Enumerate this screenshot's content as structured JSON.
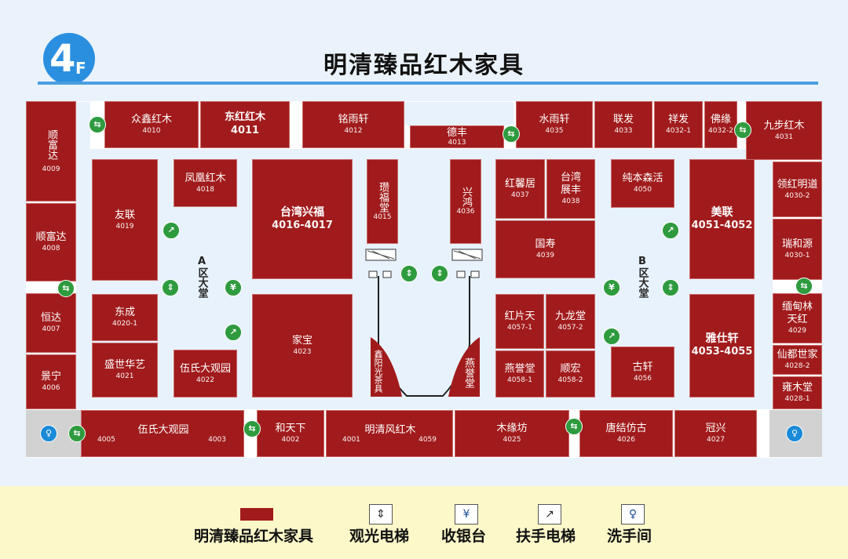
{
  "header": {
    "floor_big": "4",
    "floor_small": "F",
    "title": "明清臻品红木家具"
  },
  "colors": {
    "store": "#a11b1c",
    "accent": "#2b8fe0",
    "icon_green": "#2e9b3e",
    "legend_bg": "#fdf8c9"
  },
  "stores": {
    "s4009": {
      "name": "顺富达",
      "code": "4009"
    },
    "s4008": {
      "name": "顺富达",
      "code": "4008"
    },
    "s4007": {
      "name": "恒达",
      "code": "4007"
    },
    "s4006": {
      "name": "景宁",
      "code": "4006"
    },
    "s4010": {
      "name": "众鑫红木",
      "code": "4010"
    },
    "s4011": {
      "name": "东红红木",
      "code": "4011"
    },
    "s4012": {
      "name": "铭雨轩",
      "code": "4012"
    },
    "s4013": {
      "name": "德丰",
      "code": "4013"
    },
    "s4035": {
      "name": "水雨轩",
      "code": "4035"
    },
    "s4033": {
      "name": "联发",
      "code": "4033"
    },
    "s4032_1": {
      "name": "祥发",
      "code": "4032-1"
    },
    "s4032_2": {
      "name": "佛缘",
      "code": "4032-2"
    },
    "s4031": {
      "name": "九步红木",
      "code": "4031"
    },
    "s4019": {
      "name": "友联",
      "code": "4019"
    },
    "s4018": {
      "name": "凤凰红木",
      "code": "4018"
    },
    "s4016": {
      "name": "台湾兴福",
      "code": "4016-4017"
    },
    "s4015": {
      "name": "瓒福堂",
      "code": "4015"
    },
    "s4036": {
      "name": "兴鸿",
      "code": "4036"
    },
    "s4037": {
      "name": "红馨居",
      "code": "4037"
    },
    "s4038": {
      "name": "台湾展丰",
      "code": "4038"
    },
    "s4039": {
      "name": "国寿",
      "code": "4039"
    },
    "s4050": {
      "name": "纯本森活",
      "code": "4050"
    },
    "s4051": {
      "name": "美联",
      "code": "4051-4052"
    },
    "s4030_2": {
      "name": "领红明道",
      "code": "4030-2"
    },
    "s4030_1": {
      "name": "瑞和源",
      "code": "4030-1"
    },
    "s4029": {
      "name": "缅甸林天红",
      "code": "4029"
    },
    "s4028_2": {
      "name": "仙都世家",
      "code": "4028-2"
    },
    "s4028_1": {
      "name": "雍木堂",
      "code": "4028-1"
    },
    "s4020": {
      "name": "东成",
      "code": "4020-1"
    },
    "s4021": {
      "name": "盛世华艺",
      "code": "4021"
    },
    "s4022": {
      "name": "伍氏大观园",
      "code": "4022"
    },
    "s4023": {
      "name": "家宝",
      "code": "4023"
    },
    "s4057_1": {
      "name": "红片天",
      "code": "4057-1"
    },
    "s4057_2": {
      "name": "九龙堂",
      "code": "4057-2"
    },
    "s4058_1": {
      "name": "燕誉堂",
      "code": "4058-1"
    },
    "s4058_2": {
      "name": "顺宏",
      "code": "4058-2"
    },
    "s4053": {
      "name": "雅仕轩",
      "code": "4053-4055"
    },
    "s4056": {
      "name": "古轩",
      "code": "4056"
    },
    "s4005": {
      "name": "伍氏大观园",
      "code": "4005",
      "code2": "4003"
    },
    "s4002": {
      "name": "和天下",
      "code": "4002"
    },
    "s4001": {
      "name": "明清风红木",
      "code": "4001",
      "code2": "4059"
    },
    "s4025": {
      "name": "木缘坊",
      "code": "4025"
    },
    "s4026": {
      "name": "唐结仿古",
      "code": "4026"
    },
    "s4027": {
      "name": "冠兴",
      "code": "4027"
    },
    "s_xinyang": {
      "name": "鑫阳光茶具"
    },
    "s_yanyu": {
      "name": "燕誉堂"
    }
  },
  "halls": {
    "a": {
      "letter": "A",
      "text": "区大堂"
    },
    "b": {
      "letter": "B",
      "text": "区大堂"
    }
  },
  "legend": {
    "furniture": "明清臻品红木家具",
    "elevator": "观光电梯",
    "cashier": "收银台",
    "escalator": "扶手电梯",
    "restroom": "洗手间"
  },
  "icons": {
    "elevator": "elevator-icon",
    "cashier": "cashier-icon",
    "escalator": "escalator-icon",
    "restroom": "restroom-icon",
    "stairs": "stairs-icon"
  }
}
